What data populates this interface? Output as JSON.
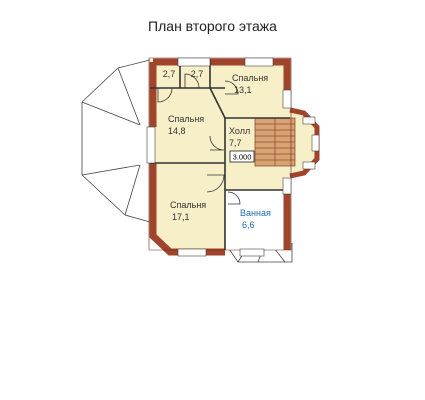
{
  "title": "План второго этажа",
  "rooms": [
    {
      "name": "",
      "area": "2,7"
    },
    {
      "name": "",
      "area": "2,7"
    },
    {
      "name": "Спальня",
      "area": "13,1"
    },
    {
      "name": "Спальня",
      "area": "14,8"
    },
    {
      "name": "Холл",
      "area": "7,7"
    },
    {
      "name": "Спальня",
      "area": "17,1"
    },
    {
      "name": "Ванная",
      "area": "6,6"
    }
  ],
  "level_mark": "3.000",
  "colors": {
    "wall": "#a0452c",
    "wall_dark": "#6b2b18",
    "floor": "#f7efc8",
    "bath_floor": "#ffffff",
    "stair": "#d9a273",
    "bath_text": "#1a6fb0"
  }
}
